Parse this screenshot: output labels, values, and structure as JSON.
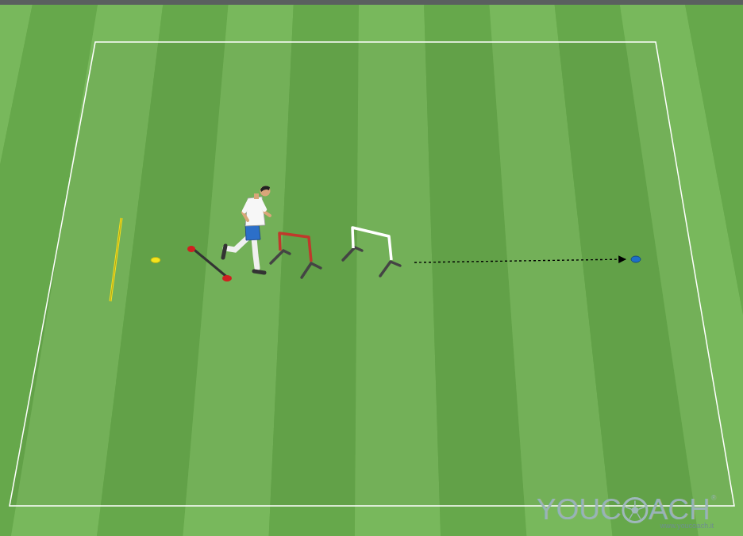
{
  "diagram": {
    "labels": [
      "YOUC",
      "ACH",
      "®",
      "www.youcoach.it"
    ]
  }
}
